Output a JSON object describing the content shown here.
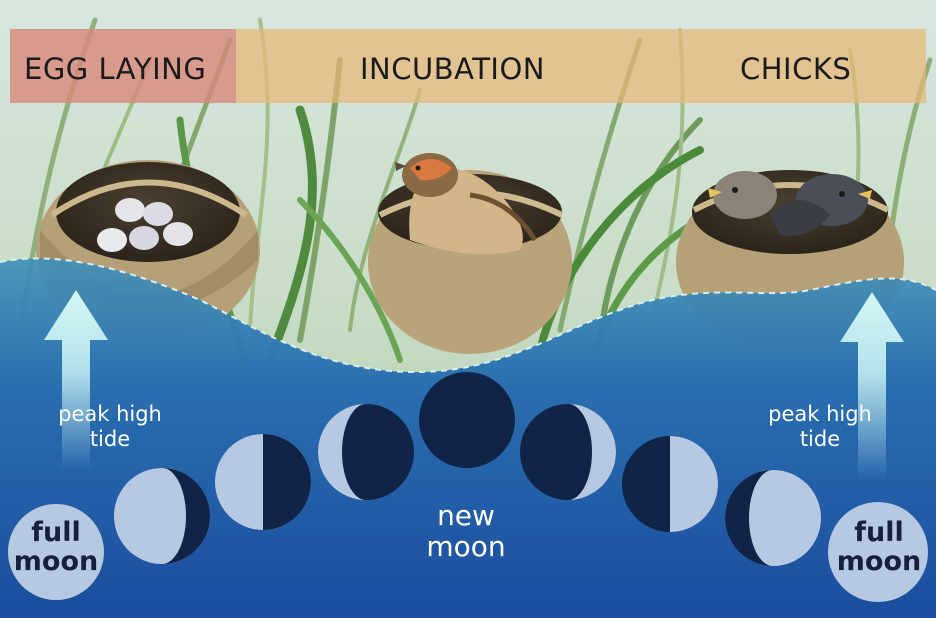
{
  "stages": [
    "EGG LAYING",
    "INCUBATION",
    "CHICKS"
  ],
  "tide_labels": {
    "left": "peak high\ntide",
    "right": "peak high\ntide"
  },
  "moon_labels": {
    "full_left": "full\nmoon",
    "new": "new\nmoon",
    "full_right": "full\nmoon"
  },
  "icons": [
    "nest-with-eggs-icon",
    "nest-with-incubating-bird-icon",
    "nest-with-chicks-icon",
    "up-arrow-icon",
    "moon-phase-icon"
  ],
  "colors": {
    "egg_laying_band": "#d9877a",
    "stage_band": "#e7b777",
    "water_top": "#3f90b8",
    "water_deep": "#1f4fa0",
    "moon_light": "#b7c9e2",
    "moon_dark": "#0f2447",
    "arrow": "#c9f3f4"
  }
}
